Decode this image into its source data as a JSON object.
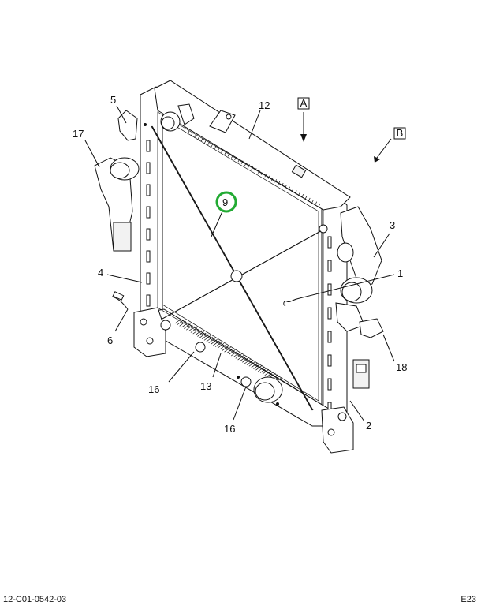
{
  "callouts": {
    "c1": "1",
    "c2": "2",
    "c3": "3",
    "c4": "4",
    "c5": "5",
    "c6": "6",
    "c9": "9",
    "c12": "12",
    "c13": "13",
    "c16a": "16",
    "c16b": "16",
    "c17": "17",
    "c18": "18"
  },
  "view_labels": {
    "a": "A",
    "b": "B"
  },
  "footer": {
    "doc_number": "12-C01-0542-03",
    "sheet_code": "E23"
  },
  "colors": {
    "highlight": "#22aa33",
    "ink": "#111111"
  }
}
